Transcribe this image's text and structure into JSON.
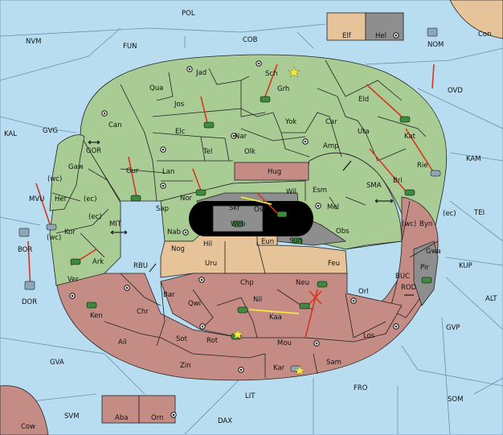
{
  "colors": {
    "sea": "#b8dcf0",
    "green_power": "#a9cc94",
    "pink_power": "#c58c86",
    "tan_power": "#e6c398",
    "gray_power": "#8e8e8e",
    "move_arrow": "#d4361f",
    "support_arrow": "#f2e93a"
  },
  "labels": {
    "sea": [
      "POL",
      "NVM",
      "FUN",
      "COB",
      "Con",
      "NOM",
      "OVD",
      "KAL",
      "GVG",
      "GOR",
      "KAM",
      "SMA",
      "TEI",
      "MIT",
      "MVU",
      "BOR",
      "DOR",
      "RBU",
      "BUC",
      "KUP",
      "ROD",
      "ALT",
      "GVP",
      "GVA",
      "FRO",
      "SOM",
      "LIT",
      "SVM",
      "DAX",
      "Cow"
    ],
    "green": [
      "Jad",
      "Sch",
      "Qua",
      "Jos",
      "Grh",
      "Eld",
      "Can",
      "Yok",
      "Car",
      "Elc",
      "Nar",
      "Uta",
      "Amp",
      "Olk",
      "Kat",
      "Tel",
      "Gur",
      "Lan",
      "Rie",
      "Hug",
      "Bri",
      "Wil",
      "Esm",
      "Gaw",
      "Nor",
      "Skr",
      "Ost",
      "Her",
      "(wc)",
      "(ec)",
      "Sap",
      "Mel",
      "Web",
      "Kor",
      "(wc)",
      "(ec)",
      "Obs",
      "Nab",
      "Ark",
      "Ver"
    ],
    "pink": [
      "Byn",
      "(wc)",
      "(ec)",
      "Gwa",
      "Pir",
      "Chp",
      "Neu",
      "Orl",
      "Bar",
      "Ken",
      "Nil",
      "Chr",
      "Qwi",
      "Kaa",
      "Ail",
      "Sot",
      "Rot",
      "Mou",
      "Los",
      "Zin",
      "Sam",
      "Kar",
      "Aba",
      "Orn"
    ],
    "tan": [
      "Elf",
      "Hel",
      "Hil",
      "Nog",
      "Eun",
      "Sun",
      "Uru",
      "Feu"
    ]
  }
}
